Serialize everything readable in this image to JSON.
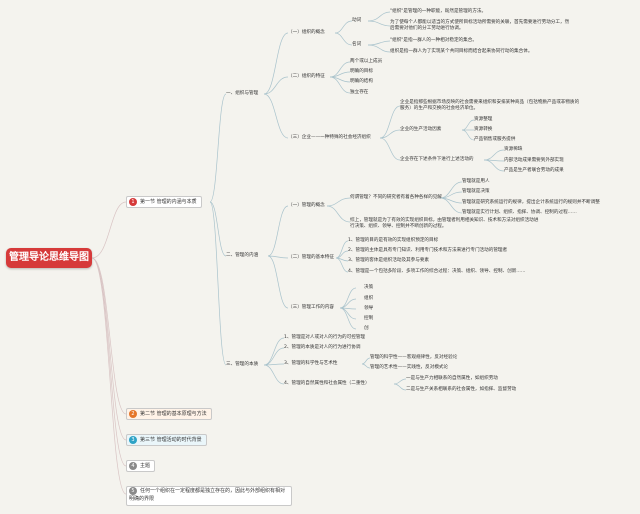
{
  "root": {
    "title": "管理导论思维导图"
  },
  "sections": [
    {
      "num": "1",
      "label": "第一节 管理的内涵与本质",
      "color": "#d63a3a"
    },
    {
      "num": "2",
      "label": "第二节 管理的基本原理与方法",
      "color": "#e5762a"
    },
    {
      "num": "3",
      "label": "第三节 管理活动的时代背景",
      "color": "#2ea3c6"
    },
    {
      "num": "4",
      "label": "主题",
      "color": "#8a8a8a"
    },
    {
      "num": "5",
      "label": "任何一个组织在一定程度都是独立存在的，因此与外部组织有相对明确的界限",
      "color": "#8a8a8a"
    }
  ],
  "nodes": {
    "org_mgmt": "一、组织与管理",
    "concept": "（一）组织的概念",
    "verb": "动词",
    "verb_d1": "\"组织\"是管理的一种职能，既然是管理的方法。",
    "verb_d2": "为了使每个人都能以适当的方式使所目标活动所需要的关联，首先需要进行劳动分工，然后需要对他们的分工劳动进行协调。",
    "noun": "名词",
    "noun_d1": "\"组织\"是指一群人的一种相对稳定的集合。",
    "noun_d2": "组织是指一群人为了实现某个共同目标而结合起来协同行动的集合体。",
    "feat": "（二）组织的特征",
    "f1": "两个或以上成员",
    "f2": "明确的目标",
    "f3": "明确的结构",
    "f4": "独立存在",
    "ent": "（三）企业——一种特殊的社会经济组织",
    "e1": "企业是指那些根据市场反映的社会需要来组织和安排某种商品（包括物质产品或非物质的服务）的生产和交换的社会经济单位。",
    "e2": "企业的生产活动因素",
    "e2a": "资源整理",
    "e2b": "资源转换",
    "e2c": "产品销售或服务提供",
    "e3": "企业存在下述条件下进行上述活动的",
    "e3a": "资源稀缺",
    "e3b": "内部活动成果需要到外部实现",
    "e3c": "产品是生产者联合劳动的成果",
    "mgmt_con": "二、管理的内涵",
    "m_concept": "（一）管理的概念",
    "m_q": "何谓管理？不同的研究者有着各种各样的见解",
    "m_q1": "管理就是用人",
    "m_q2": "管理就是决策",
    "m_q3": "管理就是研究系统运行的规律，提出企计系统运行的规则并不断调整",
    "m_q4": "管理就是实行计划、组织、指挥、协调、控制的过程……",
    "m_sum": "综上，管理就是为了有效的实现组织目标，由管理者利用相关知识、技术和方法对组织活动进行决策、组织、领导、控制并不断创新的过程。",
    "m_basic": "（二）管理的基本特征",
    "b1": "1、管理的目的是有效的实现组织预定的目标",
    "b2": "2、管理的主体是具有专门知识、利用专门技术和方法来进行专门活动的管理者",
    "b3": "3、管理的客体是组织活动及其参与要素",
    "b4": "4、管理是一个包括多阶段、多项工作的综合过程：决策、组织、领导、控制、创新……",
    "m_work": "（三）管理工作的内容",
    "w1": "决策",
    "w2": "组织",
    "w3": "领导",
    "w4": "控制",
    "w5": "创",
    "essence": "三、管理的本质",
    "s1": "1、管理是对人或对人的行为的可控管理",
    "s2": "2、管理的本质是对人的行为进行协调",
    "s3": "3、管理的科学性与艺术性",
    "s3a": "管理的科学性——客观规律性，反对经验论",
    "s3b": "管理的艺术性——实践性，反对模式论",
    "s4": "4、管理的自然属性和社会属性（二重性）",
    "s4a": "一是与生产力相联系的自然属性，如组织劳动",
    "s4b": "二是与生产关系相联系的社会属性，如指挥、监督劳动"
  }
}
